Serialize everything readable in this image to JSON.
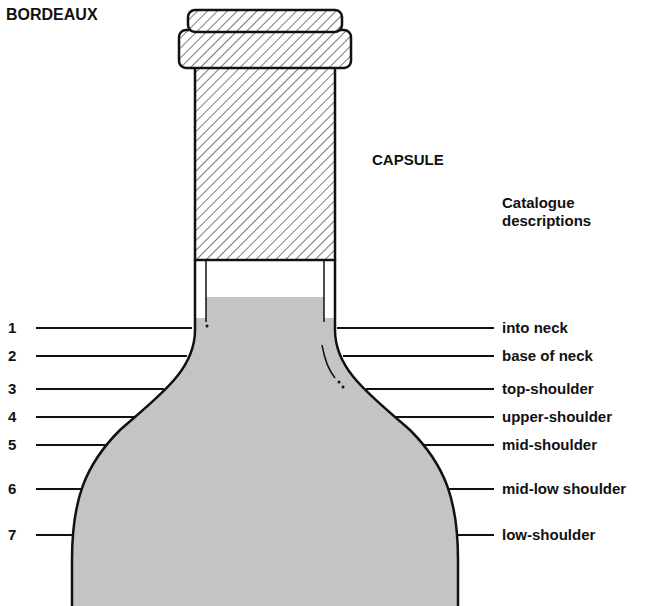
{
  "diagram": {
    "title": "BORDEAUX",
    "labels": [
      "CAPSULE",
      "Catalogue descriptions",
      "1",
      "into neck",
      "2",
      "base of neck",
      "3",
      "top-shoulder",
      "4",
      "upper-shoulder",
      "5",
      "mid-shoulder",
      "6",
      "mid-low shoulder",
      "7",
      "low-shoulder"
    ]
  }
}
